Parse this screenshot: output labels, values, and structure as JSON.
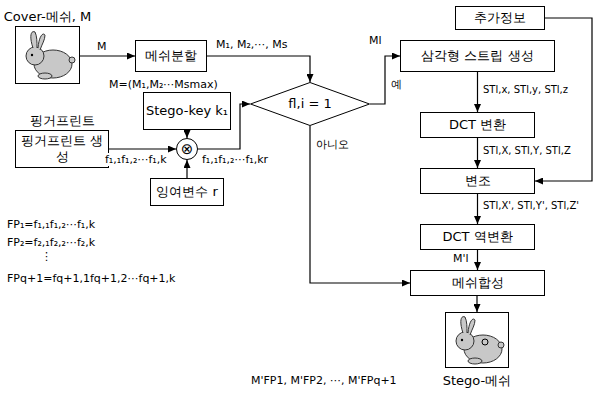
{
  "diagram": {
    "nodes": [
      {
        "text": [
          "Cover-메쉬, M"
        ]
      },
      {
        "text": [
          "메쉬분할"
        ]
      },
      {
        "text": [
          "fl,i = 1"
        ]
      },
      {
        "text": [
          "핑거프린트",
          "핑거프린트 생성"
        ]
      },
      {
        "text": [
          "Stego-key k₁"
        ]
      },
      {
        "text": [
          "⊗"
        ]
      },
      {
        "text": [
          "잉여변수 r"
        ]
      },
      {
        "text": [
          "추가정보"
        ]
      },
      {
        "text": [
          "삼각형 스트립 생성"
        ]
      },
      {
        "text": [
          "DCT 변환"
        ]
      },
      {
        "text": [
          "변조"
        ]
      },
      {
        "text": [
          "DCT 역변환"
        ]
      },
      {
        "text": [
          "메쉬합성"
        ]
      },
      {
        "text": [
          "Stego-메쉬"
        ]
      }
    ],
    "edges": [
      {
        "from": 0,
        "to": 1,
        "arrow": "to",
        "label": "M"
      },
      {
        "from": 1,
        "to": 2,
        "arrow": "to",
        "label": "M₁, M₂,⋯, Ms"
      },
      {
        "from": 3,
        "to": 5,
        "arrow": "to",
        "label": "f₁,₁f₁,₂⋯f₁,k"
      },
      {
        "from": 4,
        "to": 5,
        "arrow": "to"
      },
      {
        "from": 6,
        "to": 5,
        "arrow": "to"
      },
      {
        "from": 5,
        "to": 2,
        "arrow": "to",
        "label": "f₁,₁f₁,₂⋯f₁,kr"
      },
      {
        "from": 2,
        "to": 8,
        "arrow": "to",
        "label": "예"
      },
      {
        "from": 2,
        "to": 12,
        "arrow": "to",
        "label": "아니오"
      },
      {
        "from": 7,
        "to": 10,
        "arrow": "to"
      },
      {
        "from": 8,
        "to": 9,
        "arrow": "to",
        "label": "STl,x, STl,y, STl,z"
      },
      {
        "from": 9,
        "to": 10,
        "arrow": "to",
        "label": "STl,X, STl,Y, STl,Z"
      },
      {
        "from": 10,
        "to": 11,
        "arrow": "to",
        "label": "STl,X', STl,Y', STl,Z'"
      },
      {
        "from": 11,
        "to": 12,
        "arrow": "to",
        "label": "M'l"
      },
      {
        "from": 12,
        "to": 13,
        "arrow": "to"
      }
    ],
    "labels": [
      "M=(M₁,M₂⋯Msmax)",
      "FP₁=f₁,₁f₁,₂⋯f₁,k",
      "FP₂=f₂,₁f₂,₂⋯f₂,k",
      "⋮",
      "FPq+1=fq+1,1fq+1,2⋯fq+1,k",
      "Ml",
      "M'FP1, M'FP2, ⋯, M'FPq+1"
    ]
  }
}
